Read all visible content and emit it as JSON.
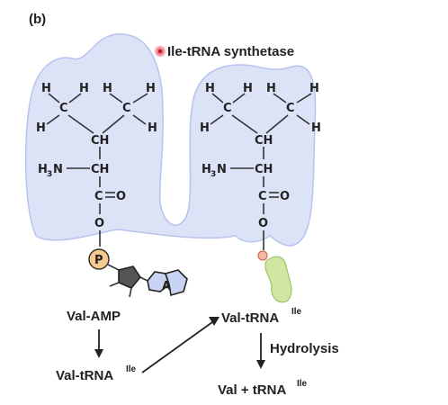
{
  "panel_label": "(b)",
  "enzyme_label": "Ile-tRNA synthetase",
  "atoms": {
    "H": "H",
    "C": "C",
    "CH": "CH",
    "N": "N",
    "O": "O",
    "H3": "H",
    "sub3": "3"
  },
  "phosphate_label": "P",
  "adenine_label": "A",
  "val_amp": "Val-AMP",
  "val_trna_left": "Val-tRNA",
  "val_trna_left_sup": "Ile",
  "val_trna_right": "Val-tRNA",
  "val_trna_right_sup": "Ile",
  "hydrolysis": "Hydrolysis",
  "products": "Val + tRNA",
  "products_sup": "Ile",
  "colors": {
    "enzyme_fill": "#d7def6",
    "enzyme_stroke": "#b8c3ee",
    "phosphate_fill": "#f7c98f",
    "ring_fill": "#c9d4f4",
    "trna_fill": "#cfe7a0",
    "trna_stroke": "#9fc36a",
    "hotspot": "#e0344a"
  }
}
